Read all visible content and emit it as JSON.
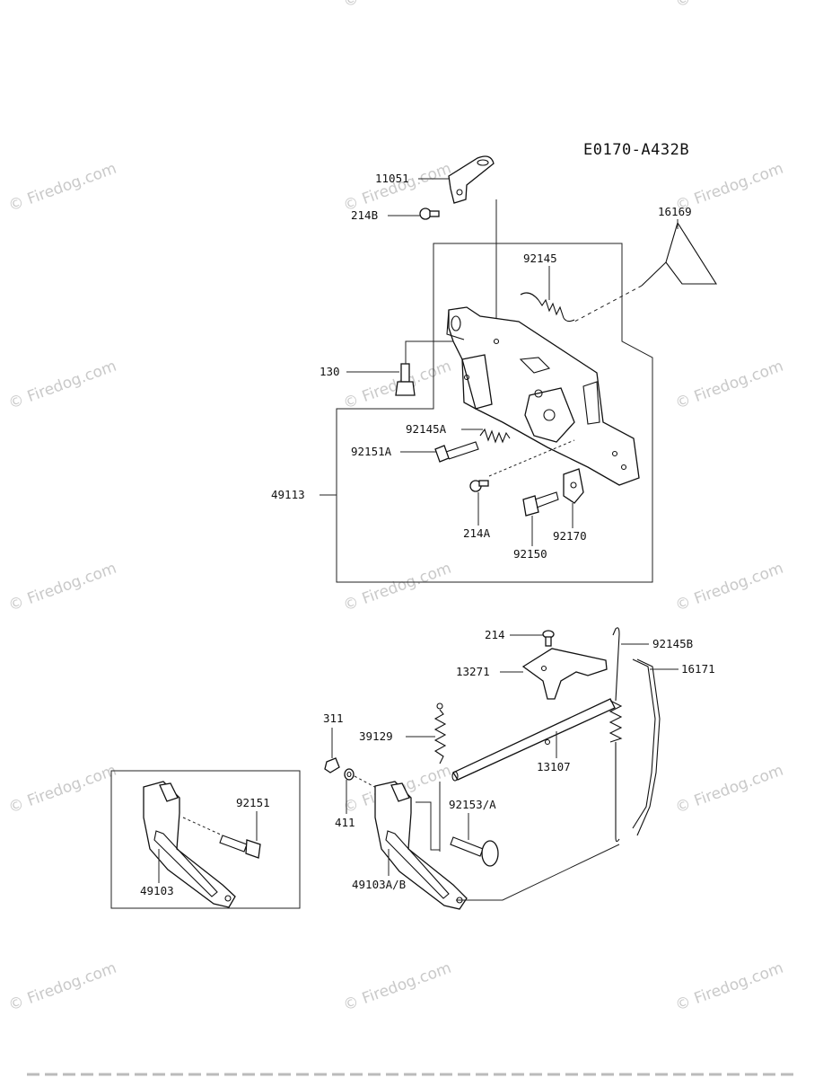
{
  "diagram_code": "E0170-A432B",
  "watermark_text": "© Firedog.com",
  "labels": {
    "p11051": "11051",
    "p214B": "214B",
    "p16169": "16169",
    "p92145": "92145",
    "p130": "130",
    "p92145A": "92145A",
    "p92151A": "92151A",
    "p49113": "49113",
    "p214A": "214A",
    "p92170": "92170",
    "p92150": "92150",
    "p214": "214",
    "p92145B": "92145B",
    "p13271": "13271",
    "p16171": "16171",
    "p311": "311",
    "p39129": "39129",
    "p13107": "13107",
    "p92151": "92151",
    "p92153A": "92153/A",
    "p411": "411",
    "p49103": "49103",
    "p49103AB": "49103A/B"
  }
}
